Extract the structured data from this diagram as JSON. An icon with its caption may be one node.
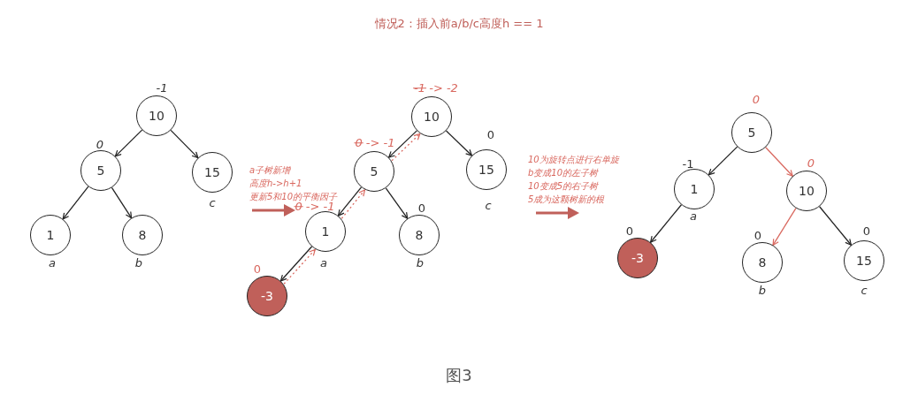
{
  "diagram": {
    "title": "情况2：插入前a/b/c高度h == 1",
    "caption": "图3",
    "nodes": [
      {
        "text": [
          "10"
        ],
        "beside": [
          "-1"
        ]
      },
      {
        "text": [
          "5"
        ],
        "beside": [
          "0"
        ]
      },
      {
        "text": [
          "15"
        ],
        "beside": [
          "c"
        ]
      },
      {
        "text": [
          "1"
        ],
        "beside": [
          "a"
        ]
      },
      {
        "text": [
          "8"
        ],
        "beside": [
          "b"
        ]
      },
      {
        "text": [
          "10"
        ],
        "beside": [
          "-1 -> -2"
        ]
      },
      {
        "text": [
          "5"
        ],
        "beside": [
          "0 -> -1"
        ]
      },
      {
        "text": [
          "15"
        ],
        "beside": [
          "0",
          "c"
        ]
      },
      {
        "text": [
          "1"
        ],
        "beside": [
          "0 -> -1",
          "a"
        ]
      },
      {
        "text": [
          "8"
        ],
        "beside": [
          "0",
          "b"
        ]
      },
      {
        "text": [
          "-3"
        ],
        "beside": [
          "0"
        ]
      },
      {
        "text": [
          "5"
        ],
        "beside": [
          "0"
        ]
      },
      {
        "text": [
          "1"
        ],
        "beside": [
          "-1",
          "a"
        ]
      },
      {
        "text": [
          "10"
        ],
        "beside": [
          "0"
        ]
      },
      {
        "text": [
          "-3"
        ],
        "beside": [
          "0"
        ]
      },
      {
        "text": [
          "8"
        ],
        "beside": [
          "0",
          "b"
        ]
      },
      {
        "text": [
          "15"
        ],
        "beside": [
          "0",
          "c"
        ]
      }
    ],
    "edges": [
      {
        "from": 0,
        "to": 1,
        "arrow": "to"
      },
      {
        "from": 0,
        "to": 2,
        "arrow": "to"
      },
      {
        "from": 1,
        "to": 3,
        "arrow": "to"
      },
      {
        "from": 1,
        "to": 4,
        "arrow": "to"
      },
      {
        "from": 5,
        "to": 6,
        "arrow": "to"
      },
      {
        "from": 5,
        "to": 7,
        "arrow": "to"
      },
      {
        "from": 6,
        "to": 8,
        "arrow": "to"
      },
      {
        "from": 6,
        "to": 9,
        "arrow": "to"
      },
      {
        "from": 8,
        "to": 10,
        "arrow": "to"
      },
      {
        "from": 10,
        "to": 8,
        "arrow": "to",
        "style": "dashed",
        "color": "#d9685f"
      },
      {
        "from": 8,
        "to": 6,
        "arrow": "to",
        "style": "dashed",
        "color": "#d9685f"
      },
      {
        "from": 6,
        "to": 5,
        "arrow": "to",
        "style": "dashed",
        "color": "#d9685f"
      },
      {
        "from": 11,
        "to": 12,
        "arrow": "to"
      },
      {
        "from": 11,
        "to": 13,
        "arrow": "to",
        "color": "#d9685f"
      },
      {
        "from": 12,
        "to": 14,
        "arrow": "to"
      },
      {
        "from": 13,
        "to": 15,
        "arrow": "to",
        "color": "#d9685f"
      },
      {
        "from": 13,
        "to": 16,
        "arrow": "to"
      }
    ],
    "labels": [
      "a子树新增",
      "高度h->h+1",
      "更新5和10的平衡因子",
      "10为旋转点进行右单旋",
      "b变成10的左子树",
      "10变成5的右子树",
      "5成为这颗树新的根"
    ]
  }
}
